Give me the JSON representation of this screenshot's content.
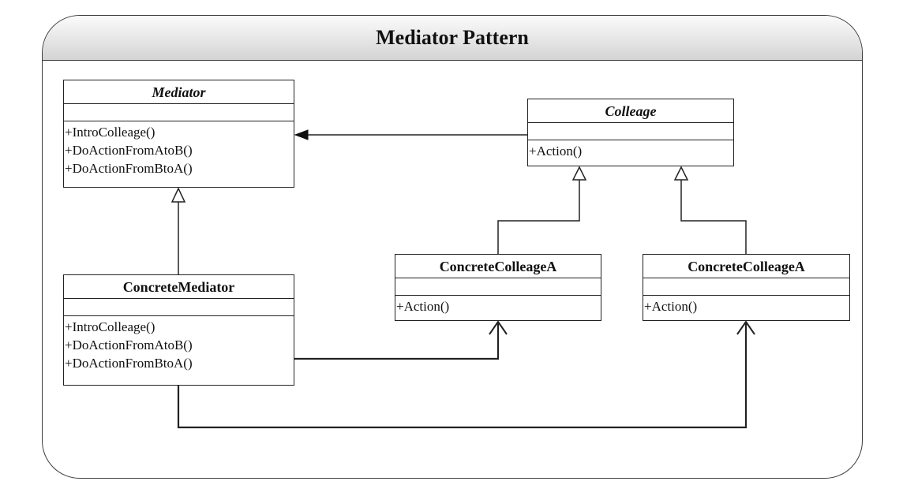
{
  "title": "Mediator Pattern",
  "classes": {
    "mediator": {
      "name": "Mediator",
      "abstract": true,
      "operations": [
        "+IntroColleage()",
        "+DoActionFromAtoB()",
        "+DoActionFromBtoA()"
      ]
    },
    "colleage": {
      "name": "Colleage",
      "abstract": true,
      "operations": [
        "+Action()"
      ]
    },
    "concrete_mediator": {
      "name": "ConcreteMediator",
      "abstract": false,
      "operations": [
        "+IntroColleage()",
        "+DoActionFromAtoB()",
        "+DoActionFromBtoA()"
      ]
    },
    "concrete_colleage_1": {
      "name": "ConcreteColleageA",
      "abstract": false,
      "operations": [
        "+Action()"
      ]
    },
    "concrete_colleage_2": {
      "name": "ConcreteColleageA",
      "abstract": false,
      "operations": [
        "+Action()"
      ]
    }
  },
  "relationships": [
    {
      "type": "association",
      "from": "Colleage",
      "to": "Mediator"
    },
    {
      "type": "generalization",
      "from": "ConcreteMediator",
      "to": "Mediator"
    },
    {
      "type": "generalization",
      "from": "ConcreteColleageA (left)",
      "to": "Colleage"
    },
    {
      "type": "generalization",
      "from": "ConcreteColleageA (right)",
      "to": "Colleage"
    },
    {
      "type": "association",
      "from": "ConcreteMediator",
      "to": "ConcreteColleageA (left)"
    },
    {
      "type": "association",
      "from": "ConcreteMediator",
      "to": "ConcreteColleageA (right)"
    }
  ],
  "colors": {
    "line": "#222222",
    "header_top": "#fbfbfb",
    "header_bottom": "#d4d4d4"
  }
}
